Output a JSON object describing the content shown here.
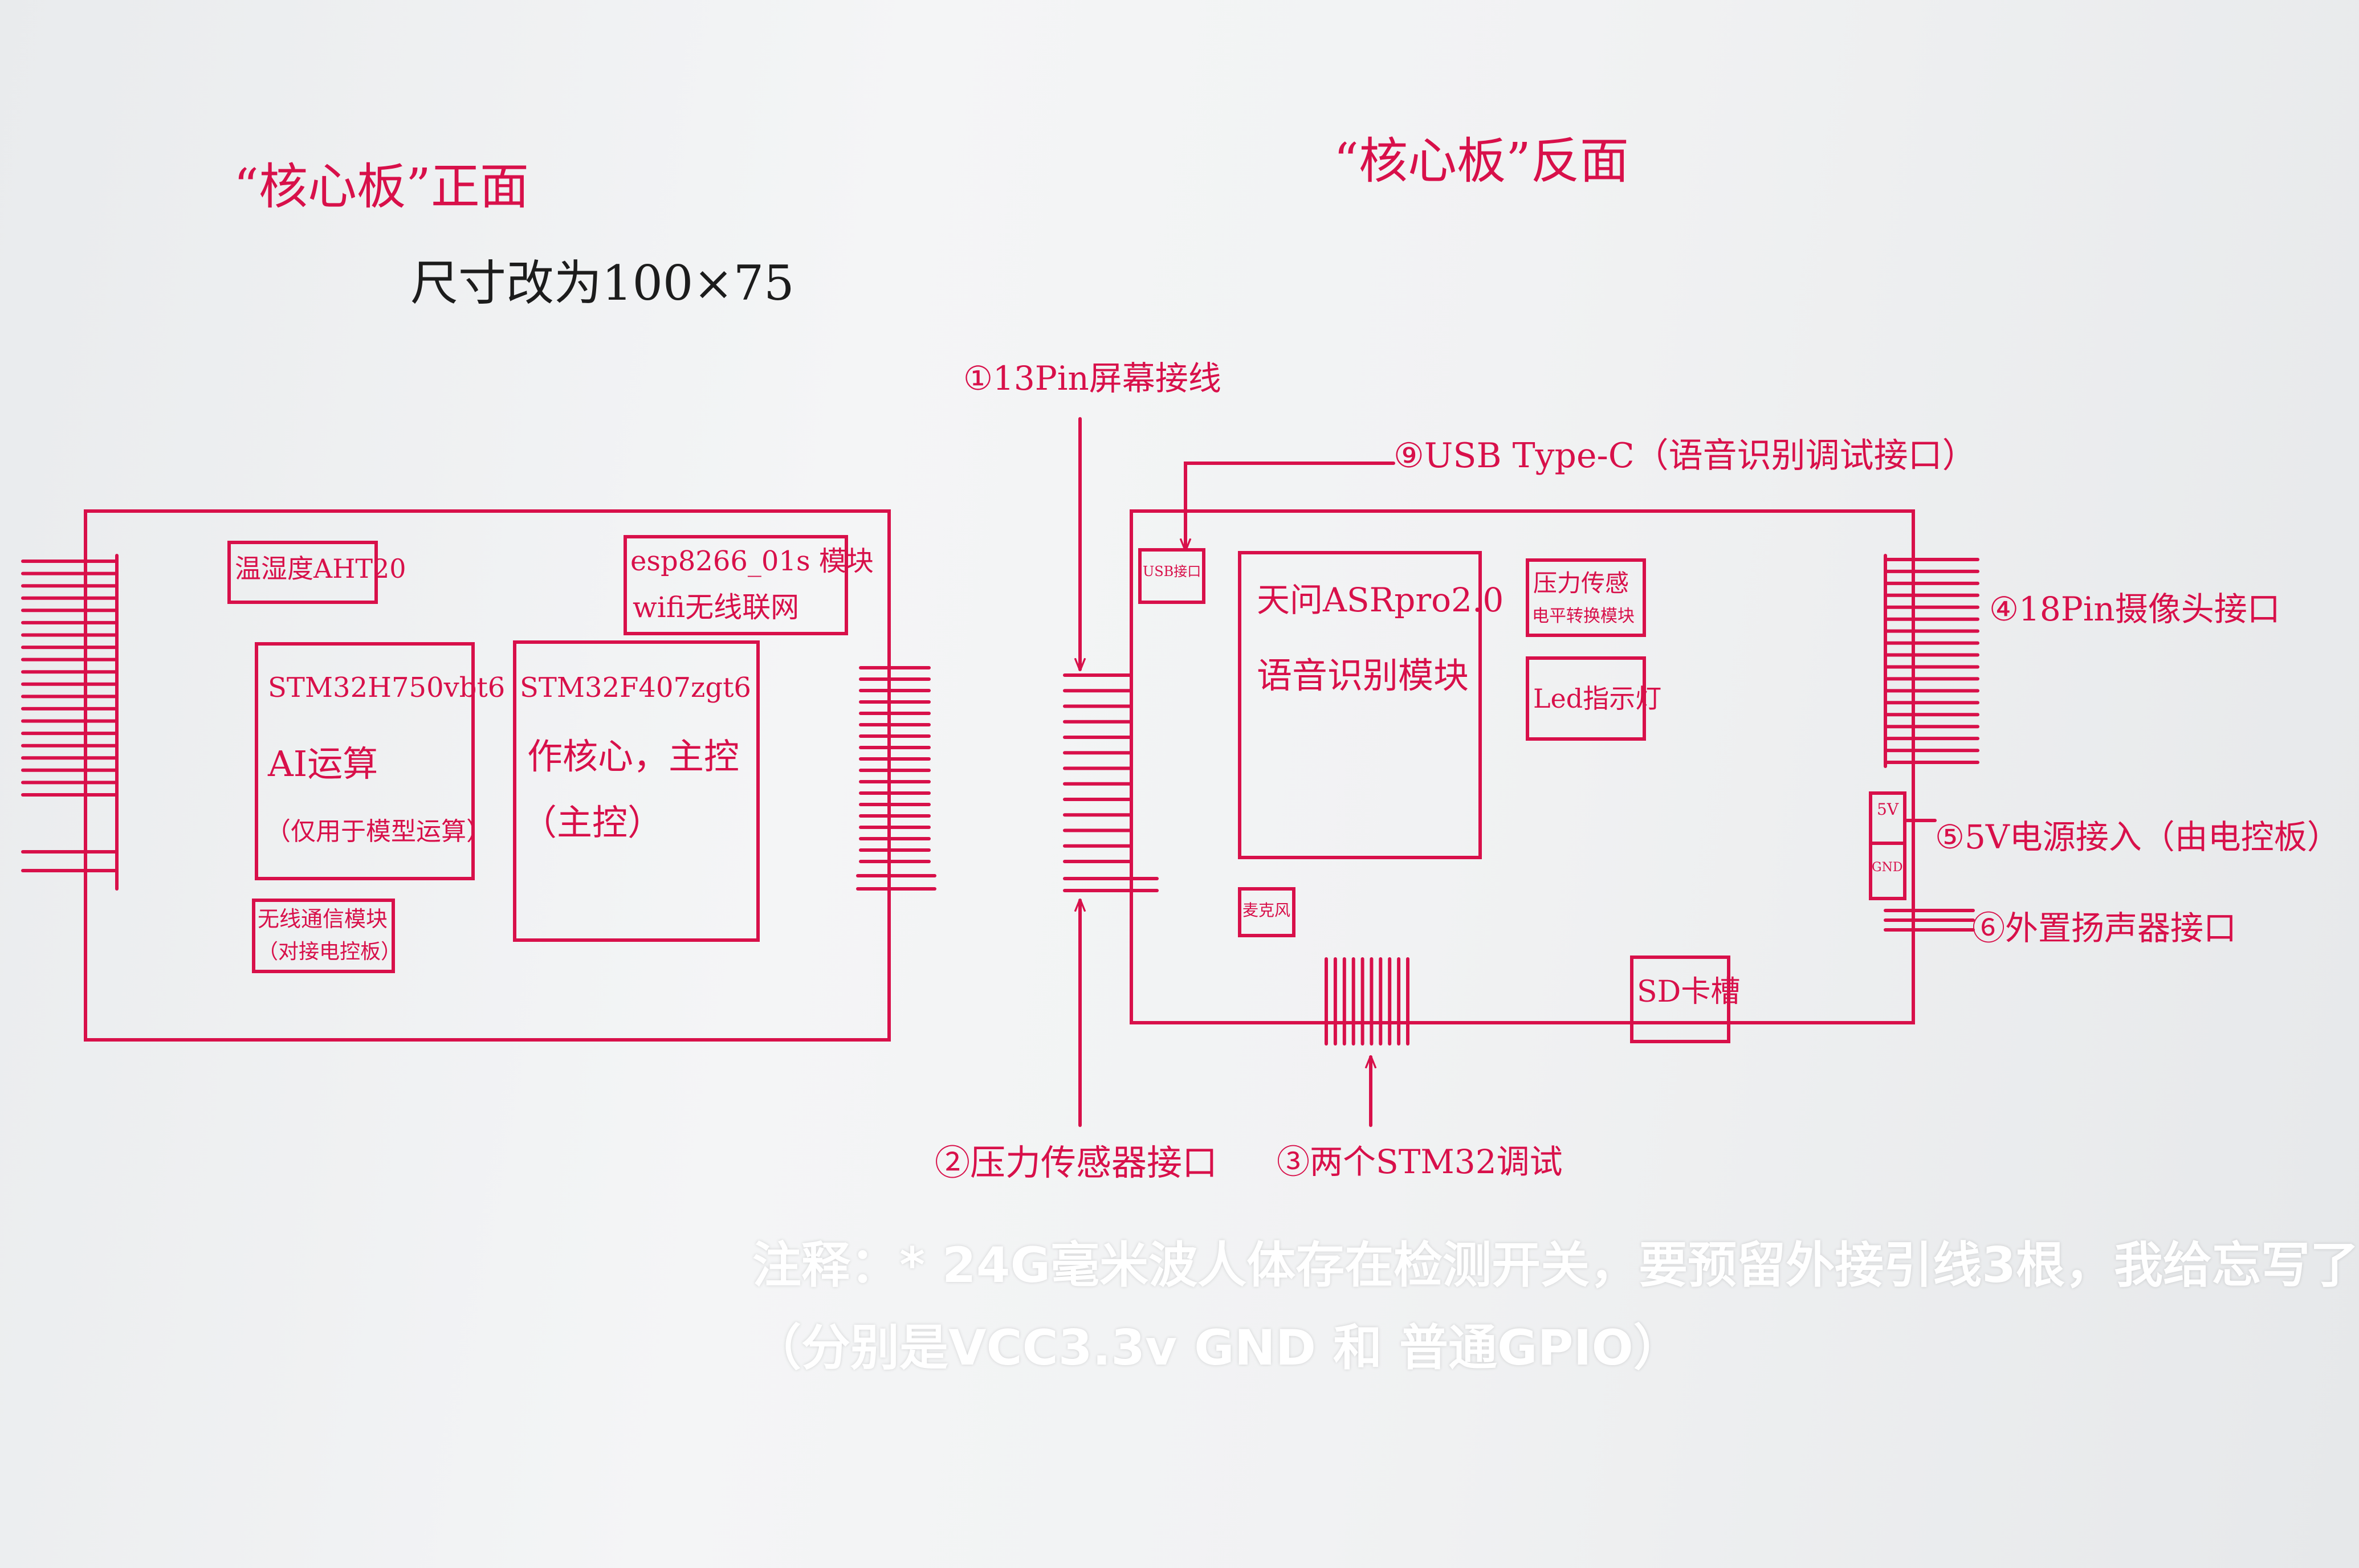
{
  "front": {
    "title": "“核心板”正面",
    "size_note": "尺寸改为100×75",
    "modules": {
      "aht20": "温湿度AHT20",
      "esp8266_line1": "esp8266_01s 模块",
      "esp8266_line2": "wifi无线联网",
      "h750_line1": "STM32H750vbt6",
      "h750_line2": "AI运算",
      "h750_line3": "（仅用于模型运算）",
      "f407_line1": "STM32F407zgt6",
      "f407_line2": "作核心，主控",
      "f407_line3": "（主控）",
      "wireless_line1": "无线通信模块",
      "wireless_line2": "（对接电控板）"
    }
  },
  "back": {
    "title": "“核心板”反面",
    "modules": {
      "usb_box": "USB接口",
      "asr_line1": "天问ASRpro2.0",
      "asr_line2": "语音识别模块",
      "pressure_line1": "压力传感",
      "pressure_line2": "电平转换模块",
      "led": "Led指示灯",
      "mic": "麦克风",
      "sd": "SD卡槽",
      "pin_5v": "5V",
      "pin_gnd": "GND"
    }
  },
  "callouts": {
    "c1": "①13Pin屏幕接线",
    "c9": "⑨USB Type-C（语音识别调试接口）",
    "c4": "④18Pin摄像头接口",
    "c5": "⑤5V电源接入（由电控板）",
    "c6": "⑥外置扬声器接口",
    "c2": "②压力传感器接口",
    "c3": "③两个STM32调试"
  },
  "note": {
    "line1": "注释：* 24G毫米波人体存在检测开关，要预留外接引线3根，我给忘写了",
    "line2": "（分别是VCC3.3v GND 和 普通GPIO）"
  },
  "colors": {
    "ink": "#d8104a",
    "pencil": "#1c1c1c",
    "paper": "#f2f3f4",
    "note_text": "#ffffff"
  }
}
